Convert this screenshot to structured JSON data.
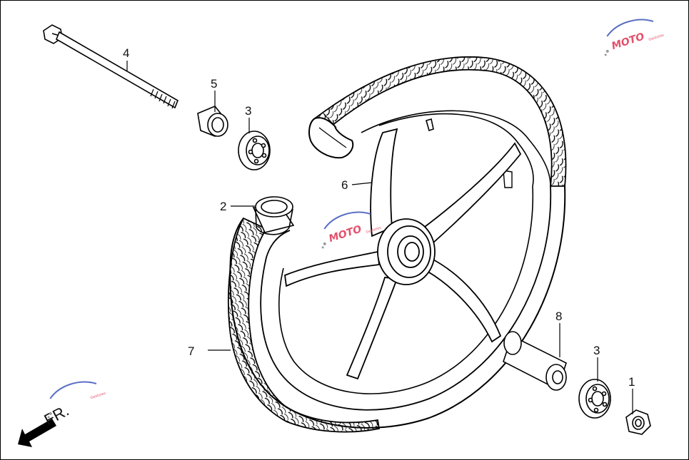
{
  "callouts": [
    {
      "id": "c1",
      "text": "1"
    },
    {
      "id": "c2",
      "text": "2"
    },
    {
      "id": "c3a",
      "text": "3"
    },
    {
      "id": "c3b",
      "text": "3"
    },
    {
      "id": "c4",
      "text": "4"
    },
    {
      "id": "c5",
      "text": "5"
    },
    {
      "id": "c6",
      "text": "6"
    },
    {
      "id": "c7",
      "text": "7"
    },
    {
      "id": "c8",
      "text": "8"
    }
  ],
  "direction_label": "FR.",
  "watermark": {
    "text": "MOTO",
    "subtext": "Gestores",
    "colors": {
      "text": "#e2506a",
      "swoosh": "#5a6fc4",
      "dots": "#9a9a9a"
    }
  },
  "colors": {
    "line": "#000000",
    "background": "#ffffff",
    "label": "#111111"
  }
}
